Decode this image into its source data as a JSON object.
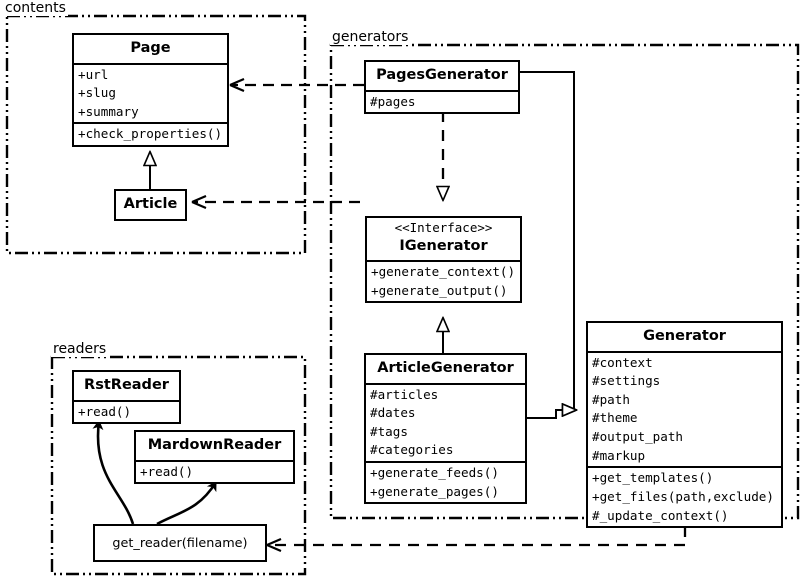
{
  "diagram": {
    "title": "UML class diagram",
    "stroke_color": "#000000",
    "background_color": "#ffffff"
  },
  "packages": [
    {
      "name": "contents",
      "label": "contents"
    },
    {
      "name": "generators",
      "label": "generators"
    },
    {
      "name": "readers",
      "label": "readers"
    }
  ],
  "classes": {
    "page": {
      "name": "Page",
      "attributes": [
        "+url",
        "+slug",
        "+summary"
      ],
      "methods": [
        "+check_properties()"
      ]
    },
    "article": {
      "name": "Article",
      "attributes": [],
      "methods": []
    },
    "pages_generator": {
      "name": "PagesGenerator",
      "attributes": [
        "#pages"
      ],
      "methods": []
    },
    "igenerator": {
      "stereotype": "<<Interface>>",
      "name": "IGenerator",
      "attributes": [],
      "methods": [
        "+generate_context()",
        "+generate_output()"
      ]
    },
    "article_generator": {
      "name": "ArticleGenerator",
      "attributes": [
        "#articles",
        "#dates",
        "#tags",
        "#categories"
      ],
      "methods": [
        "+generate_feeds()",
        "+generate_pages()"
      ]
    },
    "generator": {
      "name": "Generator",
      "attributes": [
        "#context",
        "#settings",
        "#path",
        "#theme",
        "#output_path",
        "#markup"
      ],
      "methods": [
        "+get_templates()",
        "+get_files(path,exclude)",
        "#_update_context()"
      ]
    },
    "rst_reader": {
      "name": "RstReader",
      "attributes": [],
      "methods": [
        "+read()"
      ]
    },
    "mardown_reader": {
      "name": "MardownReader",
      "attributes": [],
      "methods": [
        "+read()"
      ]
    }
  },
  "functions": {
    "get_reader": {
      "label": "get_reader(filename)"
    }
  },
  "relationships": [
    {
      "from": "PagesGenerator",
      "to": "Page",
      "type": "dependency",
      "style": "dashed-open-arrow"
    },
    {
      "from": "ArticleGenerator",
      "to": "Article",
      "type": "dependency",
      "style": "dashed-open-arrow"
    },
    {
      "from": "Article",
      "to": "Page",
      "type": "generalization",
      "style": "solid-hollow-triangle"
    },
    {
      "from": "PagesGenerator",
      "to": "IGenerator",
      "type": "realization",
      "style": "dashed-hollow-triangle"
    },
    {
      "from": "ArticleGenerator",
      "to": "IGenerator",
      "type": "generalization",
      "style": "solid-hollow-triangle"
    },
    {
      "from": "PagesGenerator",
      "to": "Generator",
      "type": "generalization",
      "style": "solid-hollow-triangle"
    },
    {
      "from": "ArticleGenerator",
      "to": "Generator",
      "type": "generalization",
      "style": "solid-hollow-triangle"
    },
    {
      "from": "Generator",
      "to": "get_reader",
      "type": "dependency",
      "style": "dashed-open-arrow"
    },
    {
      "from": "get_reader",
      "to": "RstReader",
      "type": "creates",
      "style": "curved-solid-arrow"
    },
    {
      "from": "get_reader",
      "to": "MardownReader",
      "type": "creates",
      "style": "curved-solid-arrow"
    }
  ]
}
